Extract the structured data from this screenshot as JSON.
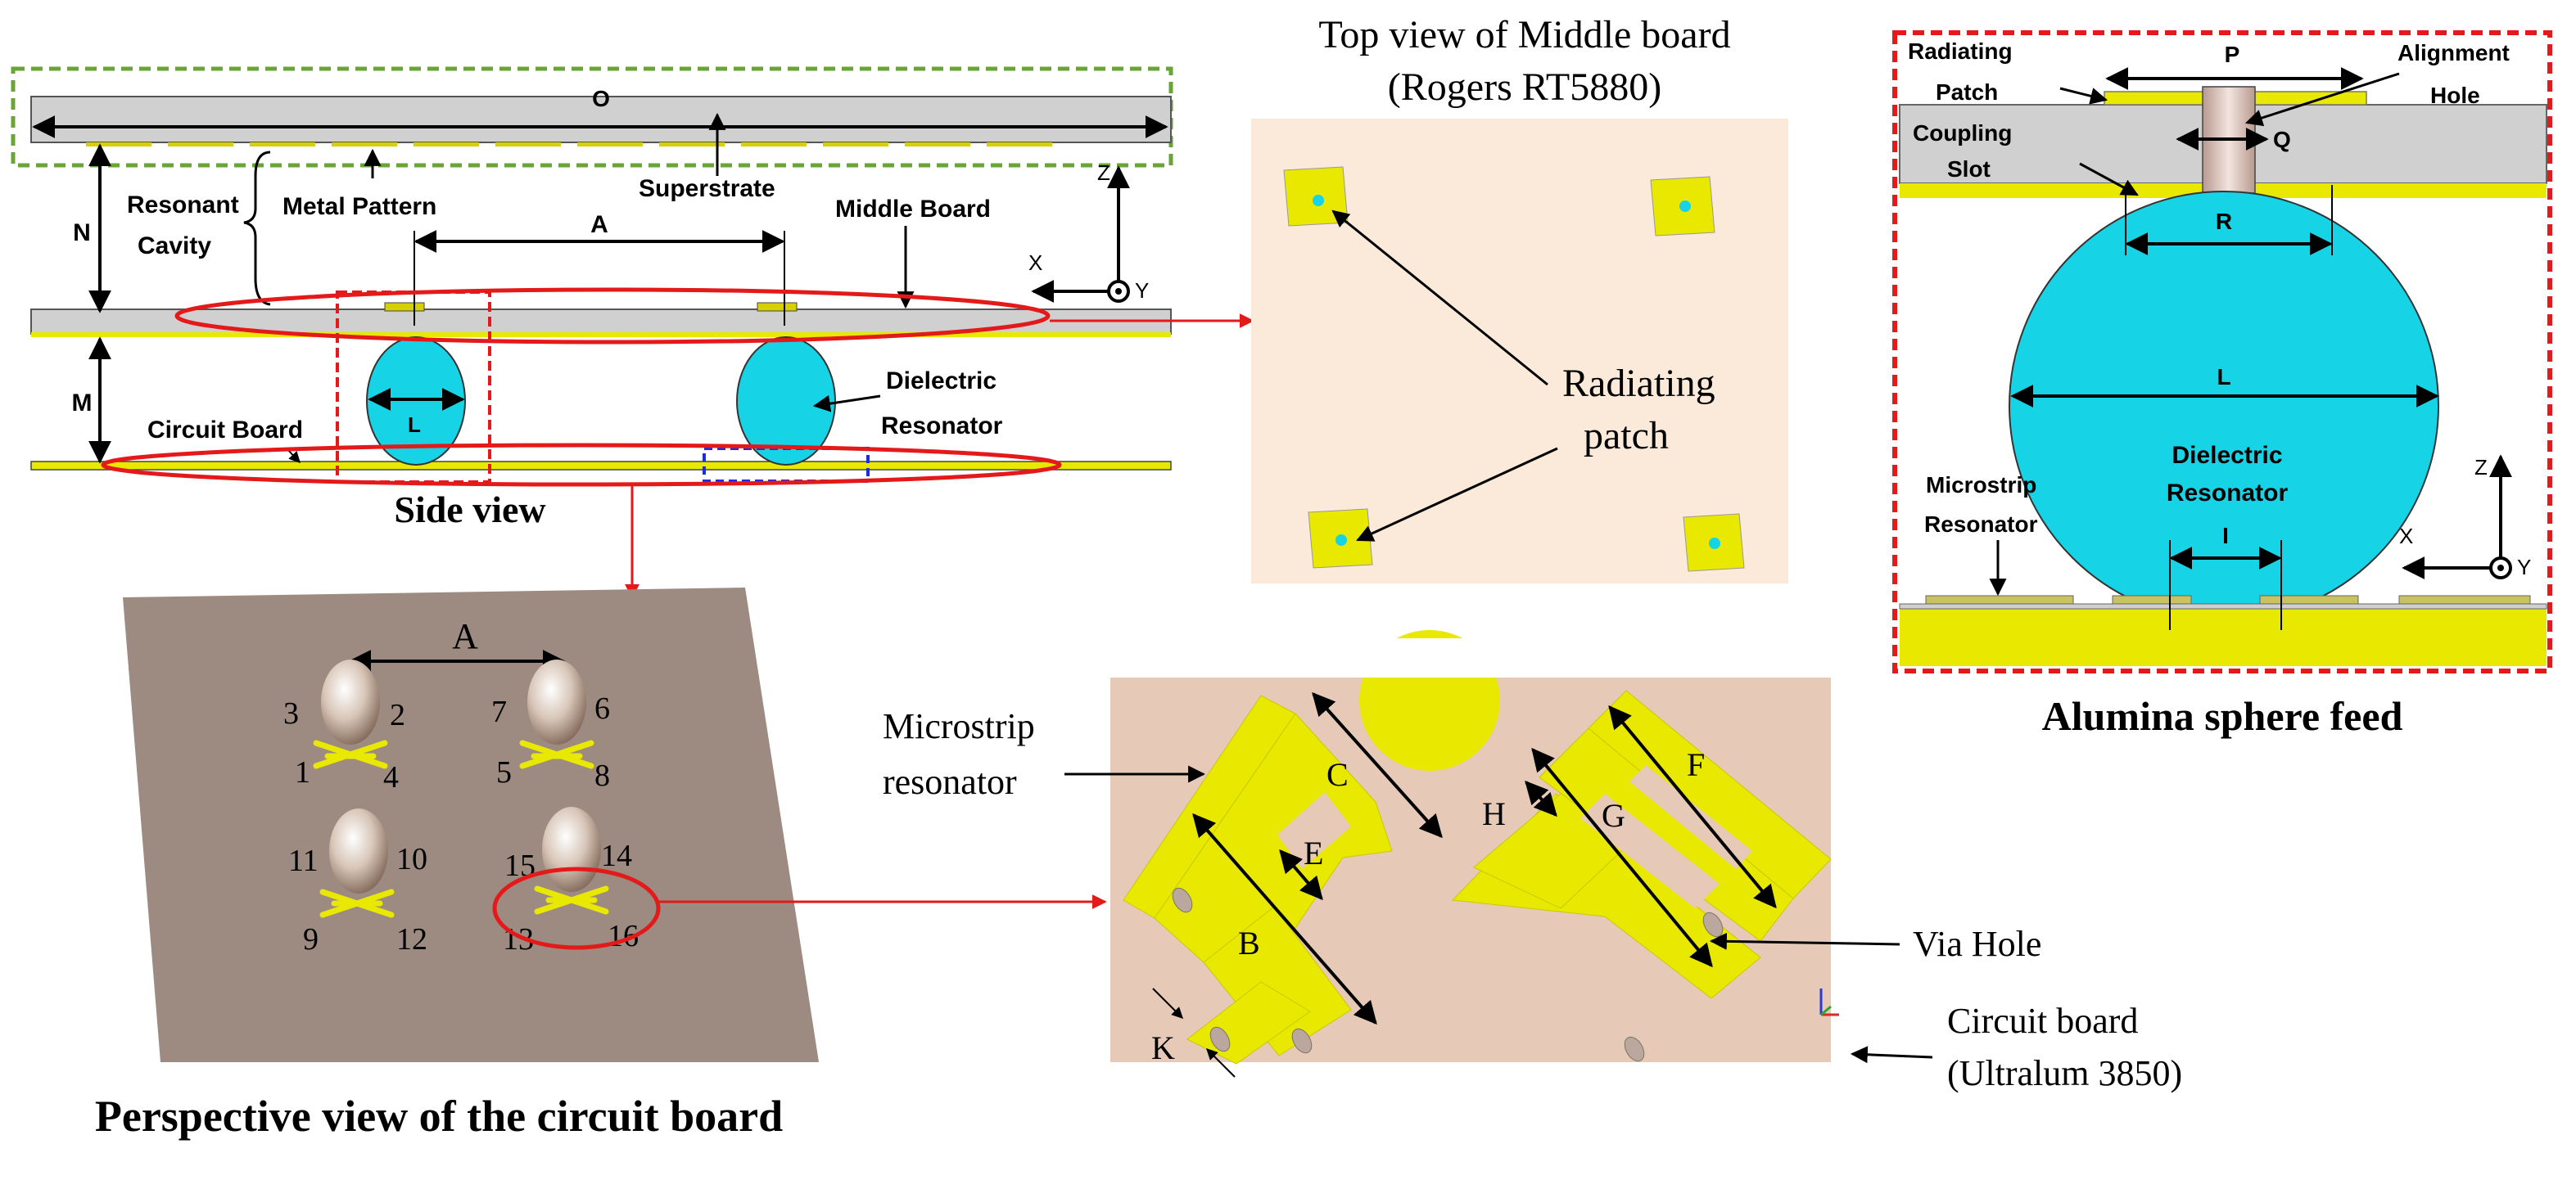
{
  "side_view": {
    "title": "Side view",
    "dims": {
      "O": "O",
      "N": "N",
      "M": "M",
      "A": "A",
      "L": "L"
    },
    "labels": {
      "resonant": "Resonant",
      "cavity": "Cavity",
      "metal_pattern": "Metal Pattern",
      "superstrate": "Superstrate",
      "middle_board": "Middle Board",
      "circuit_board": "Circuit Board",
      "dielectric": "Dielectric",
      "resonator": "Resonator"
    },
    "axes": {
      "z": "Z",
      "x": "X",
      "y": "Y"
    }
  },
  "top_view": {
    "title_line1": "Top view of Middle board",
    "title_line2": "(Rogers RT5880)",
    "radiating_line1": "Radiating",
    "radiating_line2": "patch"
  },
  "sphere_feed": {
    "title": "Alumina sphere feed",
    "labels": {
      "radiating": "Radiating",
      "patch": "Patch",
      "alignment": "Alignment",
      "hole": "Hole",
      "coupling": "Coupling",
      "slot": "Slot",
      "microstrip": "Microstrip",
      "resonator": "Resonator",
      "dielectric": "Dielectric",
      "dr_resonator": "Resonator"
    },
    "dims": {
      "P": "P",
      "Q": "Q",
      "R": "R",
      "L": "L",
      "I": "I"
    },
    "axes": {
      "z": "Z",
      "x": "X",
      "y": "Y"
    }
  },
  "perspective": {
    "title": "Perspective view of the circuit board",
    "dim_a": "A",
    "ports": [
      "1",
      "2",
      "3",
      "4",
      "5",
      "6",
      "7",
      "8",
      "9",
      "10",
      "11",
      "12",
      "13",
      "14",
      "15",
      "16"
    ]
  },
  "microstrip_detail": {
    "label_line1": "Microstrip",
    "label_line2": "resonator",
    "dims": {
      "B": "B",
      "C": "C",
      "E": "E",
      "F": "F",
      "G": "G",
      "H": "H",
      "K": "K"
    },
    "via_hole": "Via Hole",
    "circuit_line1": "Circuit board",
    "circuit_line2": "(Ultralum 3850)"
  },
  "colors": {
    "yellow": "#e8e800",
    "cyan": "#17d3e6",
    "board_gray": "#d0d0d0",
    "perspective_board": "#9d8a80",
    "detail_bg": "#e7c9b8",
    "topview_bg": "#fbe9d9",
    "red": "#e41a1a",
    "green_dash": "#6aa437",
    "blue_dash": "#1a2ee0"
  }
}
